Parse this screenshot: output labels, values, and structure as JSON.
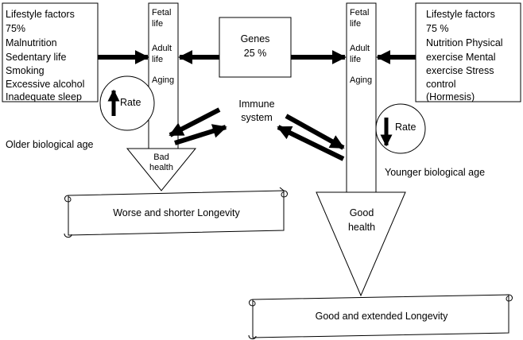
{
  "left_box": {
    "lines": [
      "Lifestyle factors",
      "75%",
      "Malnutrition",
      "Sedentary life",
      "Smoking",
      "Excessive alcohol",
      "Inadequate sleep"
    ]
  },
  "right_box": {
    "lines": [
      "Lifestyle factors",
      "75 %",
      "Nutrition Physical",
      "exercise Mental",
      "exercise Stress",
      "control",
      "(Hormesis)"
    ]
  },
  "genes_box": {
    "title": "Genes",
    "value": "25 %"
  },
  "left_column": {
    "stages": [
      "Fetal",
      "life",
      "Adult",
      "life",
      "Aging"
    ]
  },
  "right_column": {
    "stages": [
      "Fetal",
      "life",
      "Adult",
      "life",
      "Aging"
    ]
  },
  "rate_left": {
    "label": "Rate",
    "direction": "up"
  },
  "rate_right": {
    "label": "Rate",
    "direction": "down"
  },
  "immune": {
    "lines": [
      "Immune",
      "system"
    ]
  },
  "older_age": "Older biological age",
  "younger_age": "Younger biological age",
  "bad_health": {
    "lines": [
      "Bad",
      "health"
    ]
  },
  "good_health": {
    "lines": [
      "Good",
      "health"
    ]
  },
  "scroll_left": "Worse and shorter Longevity",
  "scroll_right": "Good and extended Longevity"
}
